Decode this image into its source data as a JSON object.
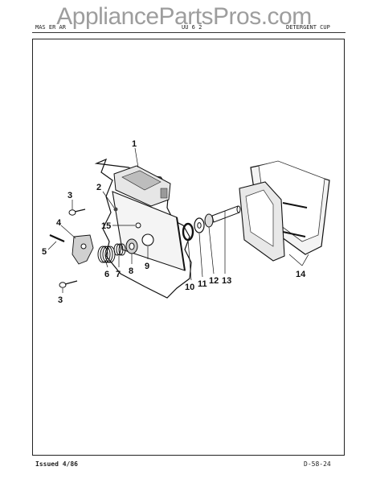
{
  "watermark": "AppliancePartsPros.com",
  "header": {
    "left": "MAS ER AR",
    "model": "UU 6 2",
    "right": "DETERGENT CUP"
  },
  "callouts": {
    "c1": "1",
    "c2": "2",
    "c3a": "3",
    "c3b": "3",
    "c4": "4",
    "c5": "5",
    "c6": "6",
    "c7": "7",
    "c8": "8",
    "c9": "9",
    "c10": "10",
    "c11": "11",
    "c12": "12",
    "c13": "13",
    "c14": "14",
    "c15": "15"
  },
  "footer": {
    "issued": "Issued 4/86",
    "page_code": "D-58-24"
  }
}
